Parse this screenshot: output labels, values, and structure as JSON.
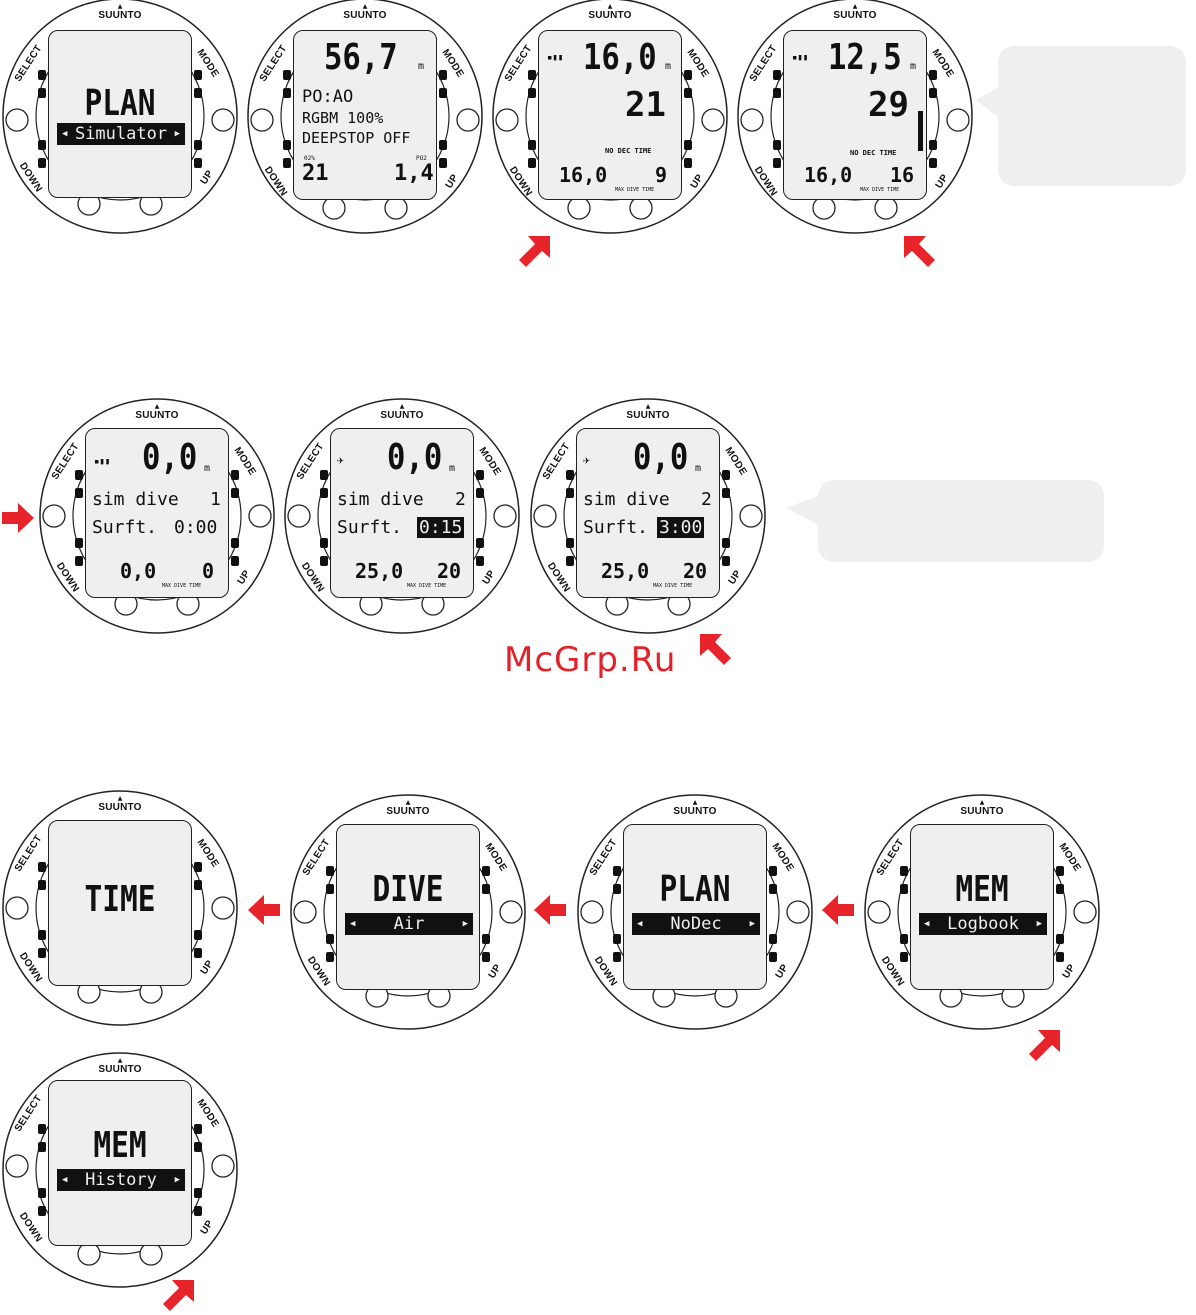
{
  "colors": {
    "accent_red": "#e8242b",
    "screen_bg": "#efefef",
    "ink": "#111111"
  },
  "brand": "SUUNTO",
  "button_labels": {
    "select": "SELECT",
    "mode": "MODE",
    "down": "DOWN",
    "up": "UP"
  },
  "row1": {
    "plan_simulator": {
      "title": "PLAN",
      "submenu": "Simulator"
    },
    "planning": {
      "depth": "56,7",
      "depth_unit": "m",
      "line1": "PO:AO",
      "line2": "RGBM 100%",
      "line3": "DEEPSTOP OFF",
      "o2_label": "02%",
      "o2_value": "21",
      "po2_label": "PO2",
      "po2_value": "1,4"
    },
    "dive_a": {
      "depth": "16,0",
      "depth_unit": "m",
      "value": "21",
      "status": "NO DEC TIME",
      "max": "16,0",
      "time": "9",
      "sub_labels": "MAX  DIVE TIME"
    },
    "dive_b": {
      "depth": "12,5",
      "depth_unit": "m",
      "value": "29",
      "status": "NO DEC TIME",
      "max": "16,0",
      "time": "16",
      "sub_labels": "MAX  DIVE TIME"
    }
  },
  "row2": {
    "sim1": {
      "depth": "0,0",
      "depth_unit": "m",
      "label1": "sim dive",
      "val1": "1",
      "label2": "Surft.",
      "val2": "0:00",
      "max": "0,0",
      "time": "0",
      "sub_labels": "MAX  DIVE TIME"
    },
    "sim2": {
      "depth": "0,0",
      "depth_unit": "m",
      "label1": "sim dive",
      "val1": "2",
      "label2": "Surft.",
      "val2": "0:15",
      "max": "25,0",
      "time": "20",
      "sub_labels": "MAX  DIVE TIME"
    },
    "sim3": {
      "depth": "0,0",
      "depth_unit": "m",
      "label1": "sim dive",
      "val1": "2",
      "label2": "Surft.",
      "val2": "3:00",
      "max": "25,0",
      "time": "20",
      "sub_labels": "MAX  DIVE TIME"
    }
  },
  "row3": {
    "time": {
      "title": "TIME"
    },
    "dive": {
      "title": "DIVE",
      "submenu": "Air"
    },
    "plan": {
      "title": "PLAN",
      "submenu": "NoDec"
    },
    "mem": {
      "title": "MEM",
      "submenu": "Logbook"
    }
  },
  "row4": {
    "mem_history": {
      "title": "MEM",
      "submenu": "History"
    }
  },
  "watermark": "McGrp.Ru"
}
